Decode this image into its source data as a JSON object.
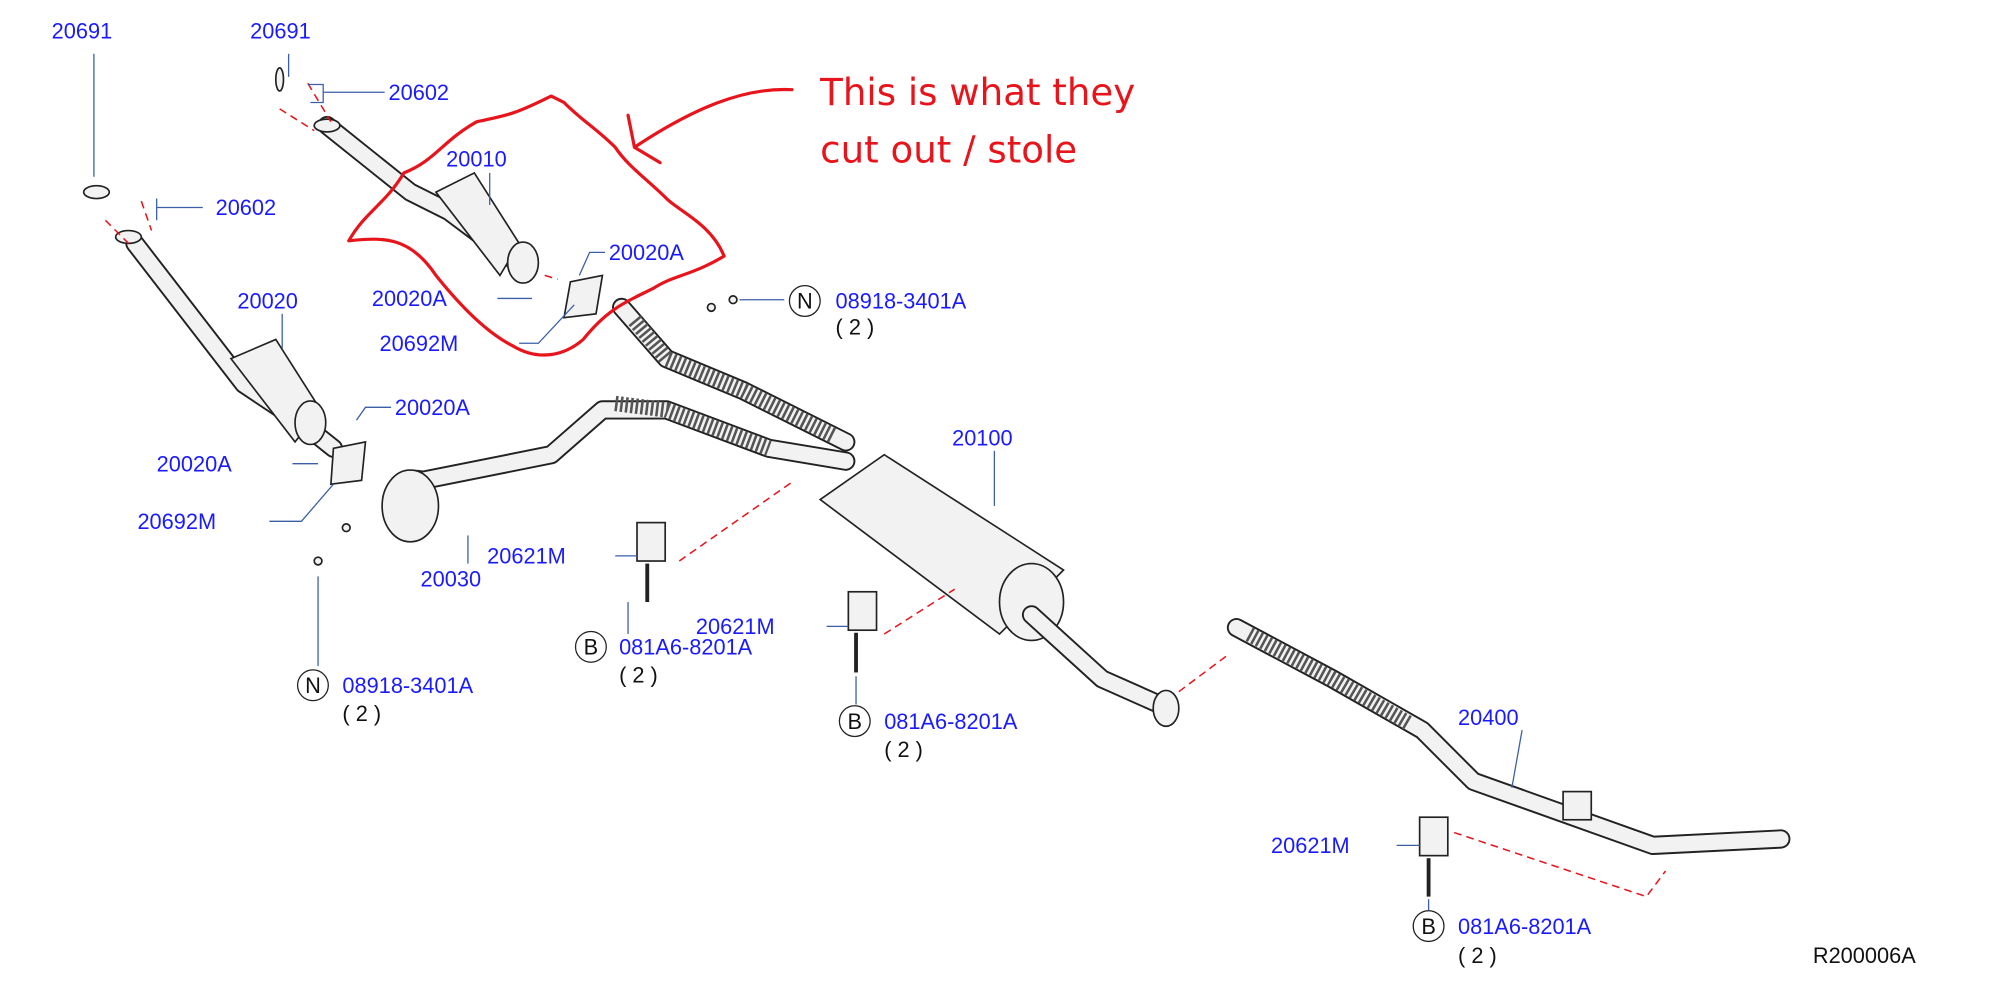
{
  "diagram": {
    "code": "R200006A",
    "annotation": {
      "line1": "This is what they",
      "line2": "cut out / stole",
      "color": "#e8141c"
    },
    "label_color": "#1a1aff",
    "labels": {
      "o_ring_left": "20691",
      "o_ring_right": "20691",
      "stud_right": "20602",
      "stud_left": "20602",
      "cat_right": "20010",
      "cat_right_stud_a": "20020A",
      "cat_right_stud_b": "20020A",
      "gasket_right": "20692M",
      "cat_left": "20020",
      "cat_left_stud_a": "20020A",
      "cat_left_stud_b": "20020A",
      "gasket_left": "20692M",
      "front_pipe": "20030",
      "mount_1": "20621M",
      "mount_2": "20621M",
      "mount_3": "20621M",
      "muffler": "20100",
      "tail_pipe": "20400"
    },
    "callouts": [
      {
        "symbol": "N",
        "part": "08918-3401A",
        "qty": "( 2 )"
      },
      {
        "symbol": "N",
        "part": "08918-3401A",
        "qty": "( 2 )"
      },
      {
        "symbol": "B",
        "part": "081A6-8201A",
        "qty": "( 2 )"
      },
      {
        "symbol": "B",
        "part": "081A6-8201A",
        "qty": "( 2 )"
      },
      {
        "symbol": "B",
        "part": "081A6-8201A",
        "qty": "( 2 )"
      }
    ]
  }
}
